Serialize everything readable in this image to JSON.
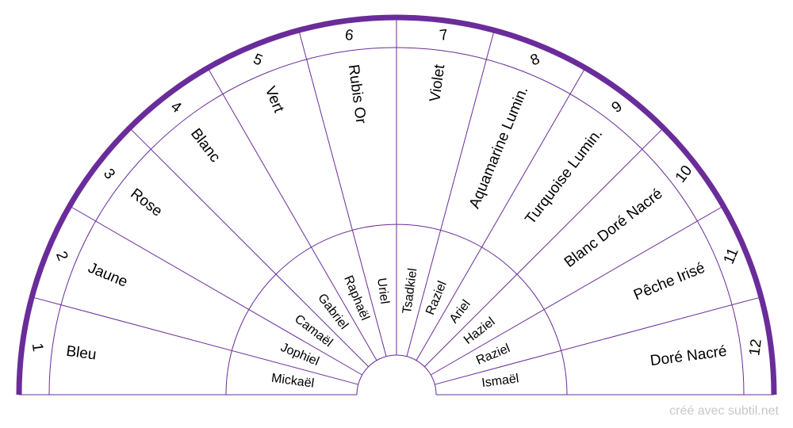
{
  "colors": {
    "accent": "#6a2c9a",
    "line": "#6a2c9a",
    "text": "#000000",
    "credit": "#c8c8c8"
  },
  "sectors": [
    {
      "number": "1",
      "color_name": "Bleu",
      "angel": "Mickaël"
    },
    {
      "number": "2",
      "color_name": "Jaune",
      "angel": "Jophiel"
    },
    {
      "number": "3",
      "color_name": "Rose",
      "angel": "Camaël"
    },
    {
      "number": "4",
      "color_name": "Blanc",
      "angel": "Gabriel"
    },
    {
      "number": "5",
      "color_name": "Vert",
      "angel": "Raphaël"
    },
    {
      "number": "6",
      "color_name": "Rubis Or",
      "angel": "Uriel"
    },
    {
      "number": "7",
      "color_name": "Violet",
      "angel": "Tsadkiel"
    },
    {
      "number": "8",
      "color_name": "Aquamarine Lumin.",
      "angel": "Raziel"
    },
    {
      "number": "9",
      "color_name": "Turquoise Lumin.",
      "angel": "Ariel"
    },
    {
      "number": "10",
      "color_name": "Blanc Doré Nacré",
      "angel": "Haziel"
    },
    {
      "number": "11",
      "color_name": "Pêche Irisé",
      "angel": "Raziel"
    },
    {
      "number": "12",
      "color_name": "Doré Nacré",
      "angel": "Ismaël"
    }
  ],
  "credit": "créé avec subtil.net"
}
